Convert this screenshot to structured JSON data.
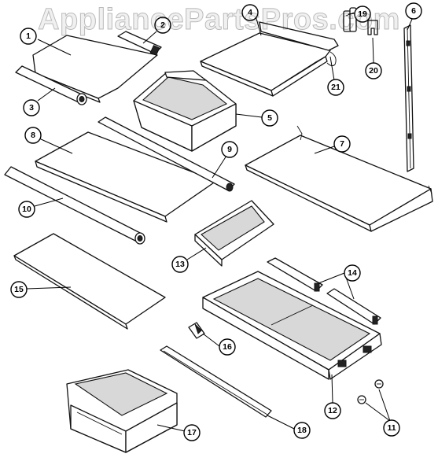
{
  "watermark": "AppliancePartsPros.com",
  "callouts": [
    {
      "id": "1",
      "label": "1"
    },
    {
      "id": "2",
      "label": "2"
    },
    {
      "id": "3",
      "label": "3"
    },
    {
      "id": "4",
      "label": "4"
    },
    {
      "id": "5",
      "label": "5"
    },
    {
      "id": "6",
      "label": "6"
    },
    {
      "id": "7",
      "label": "7"
    },
    {
      "id": "8",
      "label": "8"
    },
    {
      "id": "9",
      "label": "9"
    },
    {
      "id": "10",
      "label": "10"
    },
    {
      "id": "11",
      "label": "11"
    },
    {
      "id": "12",
      "label": "12"
    },
    {
      "id": "13",
      "label": "13"
    },
    {
      "id": "14",
      "label": "14"
    },
    {
      "id": "15",
      "label": "15"
    },
    {
      "id": "16",
      "label": "16"
    },
    {
      "id": "17",
      "label": "17"
    },
    {
      "id": "18",
      "label": "18"
    },
    {
      "id": "19",
      "label": "19"
    },
    {
      "id": "20",
      "label": "20"
    },
    {
      "id": "21",
      "label": "21"
    }
  ]
}
